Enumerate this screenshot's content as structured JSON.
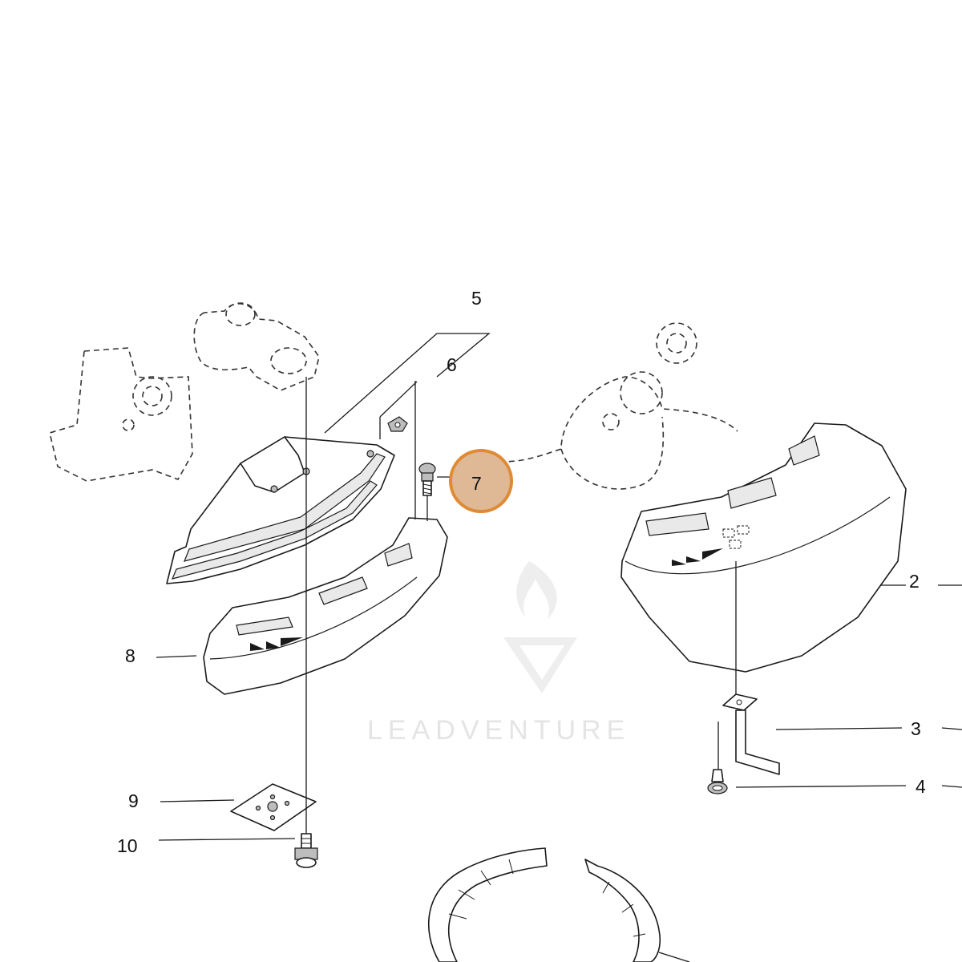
{
  "watermark": {
    "brand": "LEADVENTURE"
  },
  "callouts": {
    "c2": "2",
    "c3": "3",
    "c4": "4",
    "c5": "5",
    "c6": "6",
    "c7": "7",
    "c8": "8",
    "c9": "9",
    "c10": "10"
  },
  "highlighted_part": "7",
  "colors": {
    "highlight_fill": "#dfb896",
    "highlight_stroke": "#e08a35",
    "line": "#1a1a1a"
  }
}
